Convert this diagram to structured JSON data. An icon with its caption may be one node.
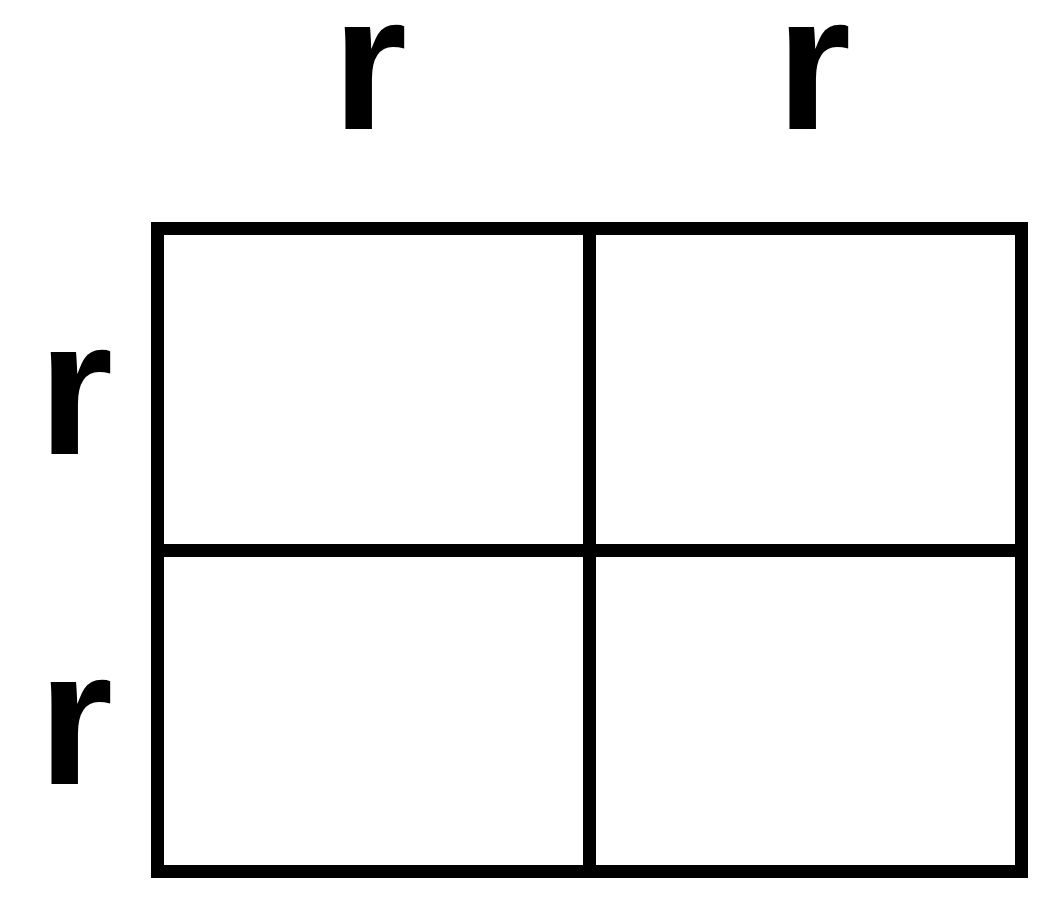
{
  "diagram": {
    "labels": [
      "r",
      "r",
      "r",
      "r"
    ]
  }
}
